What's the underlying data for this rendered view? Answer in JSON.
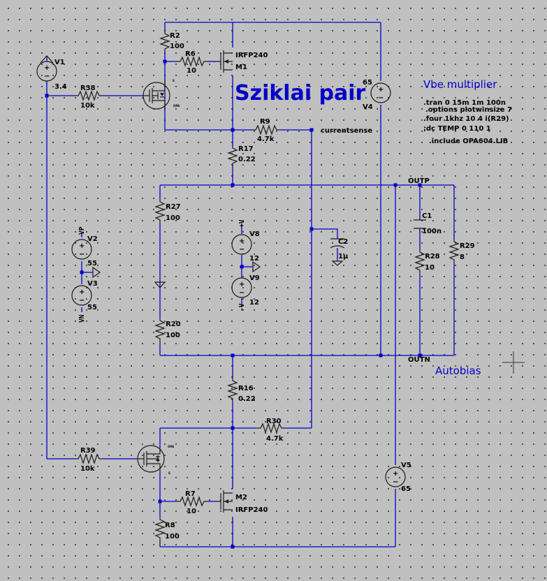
{
  "title": "Sziklai pair",
  "notes": {
    "vbe_multiplier": "Vbe multiplier",
    "autobias": "Autobias"
  },
  "directives": [
    ".tran 0 15m 1m 100n",
    ".options plotwinsize 7",
    ".four 1khz 10 4 i(R29)",
    ";dc TEMP 0 110 1",
    ".include OPA604.LIB"
  ],
  "nets": {
    "currentsense": "currentsense",
    "outp": "OUTP",
    "outn": "OUTN",
    "vp": "VP",
    "vn": "VN",
    "plus_v": "+V",
    "minus_v": "-V"
  },
  "components": {
    "r2": {
      "name": "R2",
      "value": "100"
    },
    "r6": {
      "name": "R6",
      "value": "10"
    },
    "m1": {
      "name": "M1",
      "model": "IRFP240"
    },
    "v1": {
      "name": "V1",
      "value": "3.4"
    },
    "r38": {
      "name": "R38",
      "value": "10k"
    },
    "v4": {
      "name": "V4",
      "value": "65"
    },
    "r9": {
      "name": "R9",
      "value": "4.7k"
    },
    "r17": {
      "name": "R17",
      "value": "0.22"
    },
    "r27": {
      "name": "R27",
      "value": "100"
    },
    "r20": {
      "name": "R20",
      "value": "100"
    },
    "v2": {
      "name": "V2",
      "value": "55"
    },
    "v3": {
      "name": "V3",
      "value": "55"
    },
    "v8": {
      "name": "V8",
      "value": "12"
    },
    "v9": {
      "name": "V9",
      "value": "12"
    },
    "c2": {
      "name": "C2",
      "value": "1µ"
    },
    "c1": {
      "name": "C1",
      "value": "100n"
    },
    "r28": {
      "name": "R28",
      "value": "10"
    },
    "r29": {
      "name": "R29",
      "value": "8"
    },
    "r16": {
      "name": "R16",
      "value": "0.22"
    },
    "r30": {
      "name": "R30",
      "value": "4.7k"
    },
    "r39": {
      "name": "R39",
      "value": "10k"
    },
    "v5": {
      "name": "V5",
      "value": "65"
    },
    "r7": {
      "name": "R7",
      "value": "10"
    },
    "m2": {
      "name": "M2",
      "model": "IRFP240"
    },
    "r8": {
      "name": "R8",
      "value": "100"
    }
  }
}
